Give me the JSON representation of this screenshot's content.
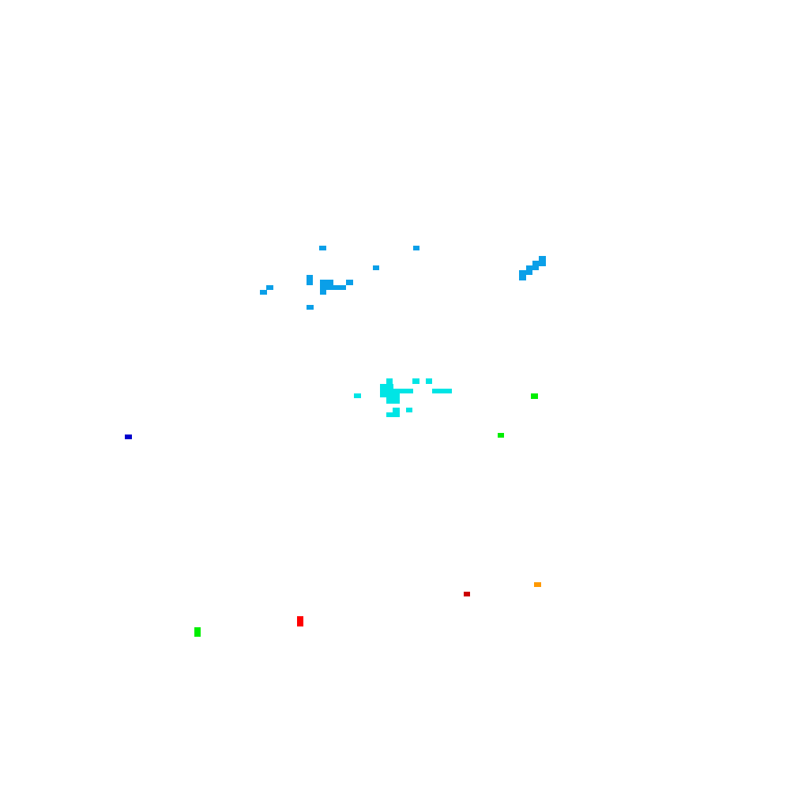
{
  "palette": {
    "background": "#ffffff",
    "blue_cluster": "#0a9fe8",
    "cyan_cluster": "#00e5e5",
    "green": "#00ee00",
    "dark_blue": "#0000cc",
    "dark_red": "#cc0000",
    "red": "#ff0000",
    "orange": "#ff9900"
  },
  "clusters": [
    {
      "name": "blue-cluster-upper-left",
      "color_key": "blue_cluster"
    },
    {
      "name": "blue-cluster-upper-right",
      "color_key": "blue_cluster"
    },
    {
      "name": "cyan-cluster-center",
      "color_key": "cyan_cluster"
    },
    {
      "name": "isolated-points",
      "color_key": "mixed"
    }
  ]
}
